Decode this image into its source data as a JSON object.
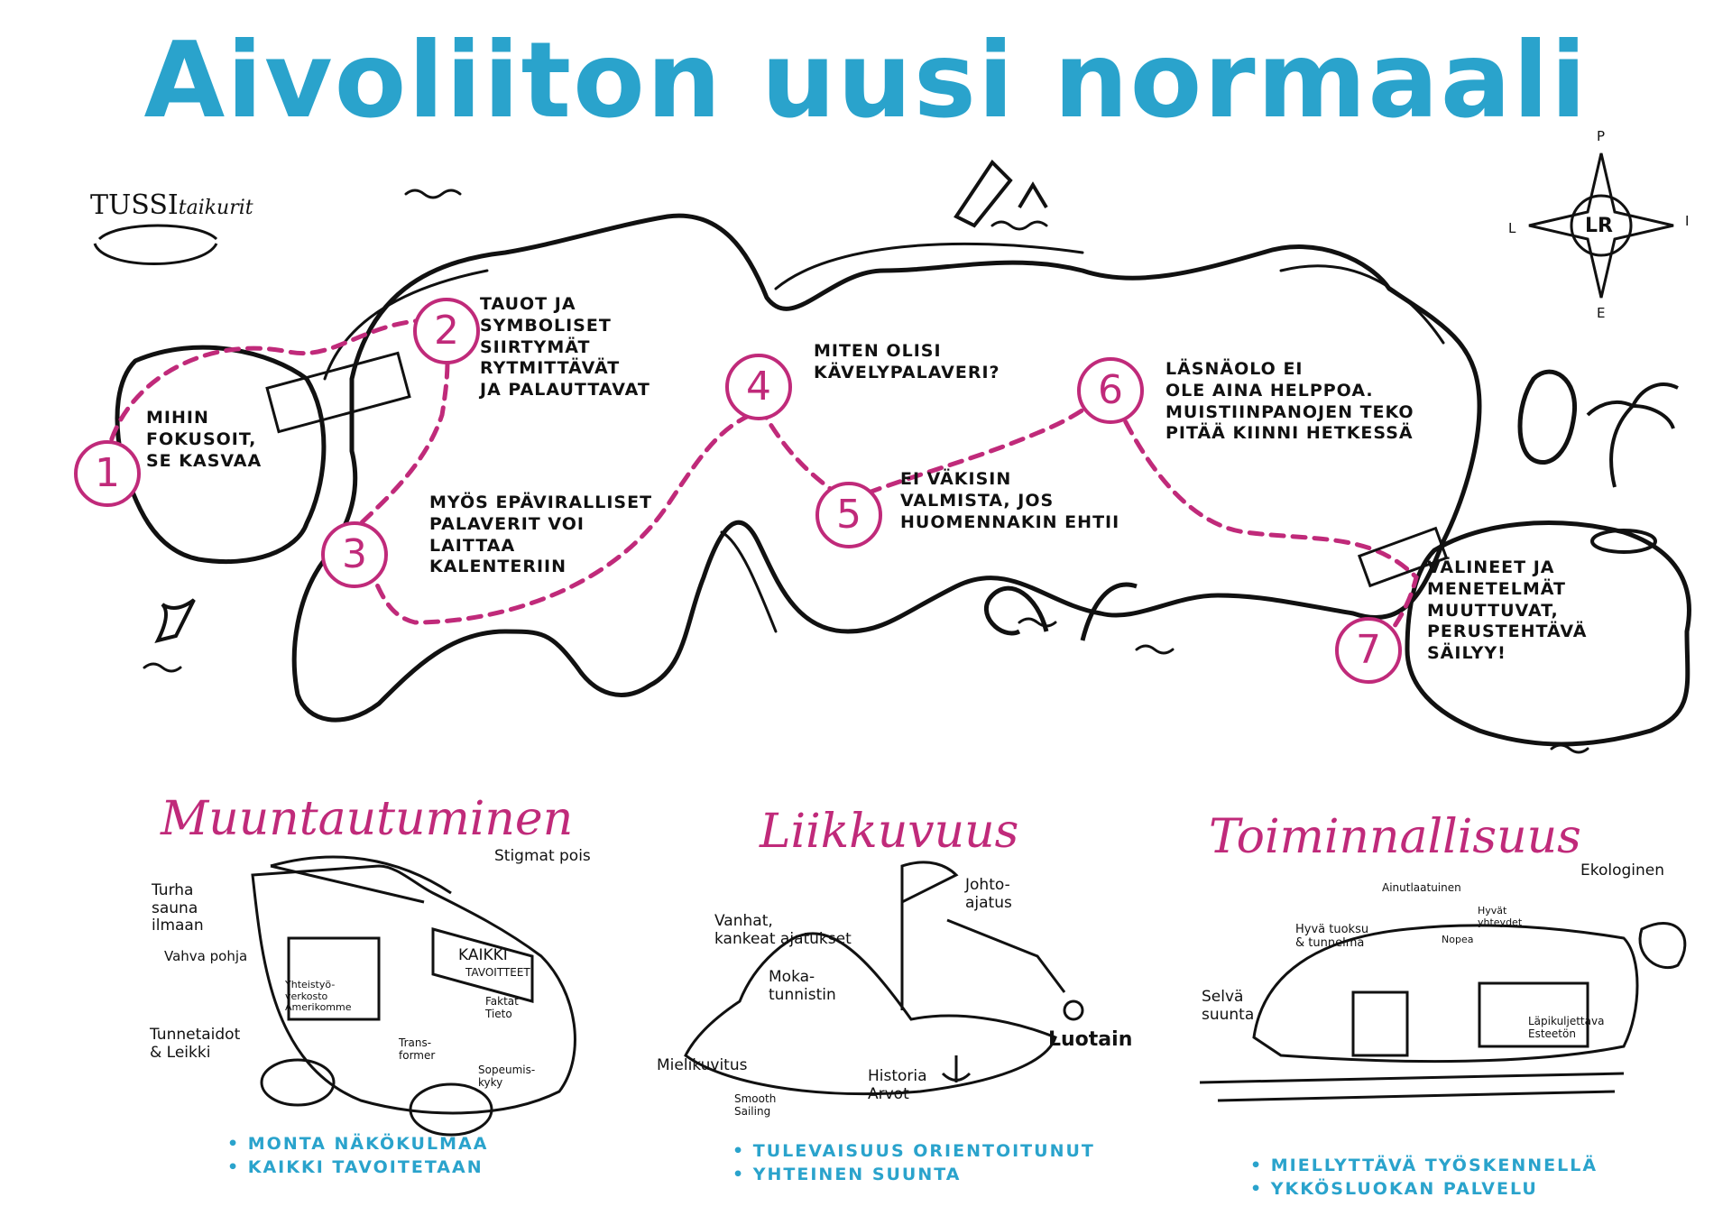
{
  "title": "Aivoliiton uusi normaali",
  "logo": {
    "primary": "TUSSI",
    "secondary": "taikurit"
  },
  "compass": {
    "center": "LR",
    "north": "P",
    "east": "I",
    "south": "E",
    "west": "L"
  },
  "steps": [
    {
      "number": "1",
      "text": "MIHIN\nFOKUSOIT,\nSE KASVAA"
    },
    {
      "number": "2",
      "text": "TAUOT JA\nSYMBOLISET\nSIIRTYMÄT\nRYTMITTÄVÄT\nJA PALAUTTAVAT"
    },
    {
      "number": "3",
      "text": "MYÖS EPÄVIRALLISET\nPALAVERIT VOI\nLAITTAA\nKALENTERIIN"
    },
    {
      "number": "4",
      "text": "MITEN OLISI\nKÄVELYPALAVERI?"
    },
    {
      "number": "5",
      "text": "EI VÄKISIN\nVALMISTA, JOS\nHUOMENNAKIN EHTII"
    },
    {
      "number": "6",
      "text": "LÄSNÄOLO EI\nOLE AINA HELPPOA.\nMUISTIINPANOJEN TEKO\nPITÄÄ KIINNI HETKESSÄ"
    },
    {
      "number": "7",
      "text": "VÄLINEET JA\nMENETELMÄT\nMUUTTUVAT,\nPERUSTEHTÄVÄ\nSÄILYY!"
    }
  ],
  "sections": [
    {
      "title": "Muuntautuminen",
      "labels": [
        "Turha\nsauna\nilmaan",
        "Stigmat pois",
        "Vahva pohja",
        "KAIKKI",
        "TAVOITTEET",
        "Yhteistyö-\nverkosto\nAmerikomme",
        "Faktat\nTieto",
        "Tunnetaidot\n& Leikki",
        "Trans-\nformer",
        "Sopeumis-\nkyky"
      ],
      "bullets": [
        "• MONTA NÄKÖKULMAA",
        "• KAIKKI TAVOITETAAN"
      ]
    },
    {
      "title": "Liikkuvuus",
      "labels": [
        "Vanhat,\nkankeat ajatukset",
        "Johto-\najatus",
        "Moka-\ntunnistin",
        "Luotain",
        "Mielikuvitus",
        "Historia\nArvot",
        "Smooth\nSailing"
      ],
      "bullets": [
        "• TULEVAISUUS ORIENTOITUNUT",
        "• YHTEINEN SUUNTA"
      ]
    },
    {
      "title": "Toiminnallisuus",
      "labels": [
        "Ekologinen",
        "Ainutlaatuinen",
        "Hyvät\nyhteydet",
        "Hyvä tuoksu\n& tunnelma",
        "Nopea",
        "Selvä\nsuunta",
        "Läpikuljettava\nEsteetön"
      ],
      "bullets": [
        "• MIELLYTTÄVÄ TYÖSKENNELLÄ",
        "• YKKÖSLUOKAN PALVELU"
      ]
    }
  ],
  "colors": {
    "title": "#2aa3cc",
    "accent": "#c02a7a",
    "ink": "#111111"
  }
}
